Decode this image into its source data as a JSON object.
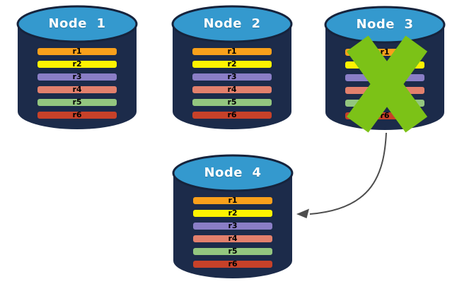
{
  "diagram": {
    "description": "Four database node cylinders each storing replicated rows r1-r6; Node 3 is crossed out as failed and an arrow points from Node 3 to replacement Node 4",
    "nodes": [
      {
        "id": "node-1",
        "label": "Node  1"
      },
      {
        "id": "node-2",
        "label": "Node  2"
      },
      {
        "id": "node-3",
        "label": "Node  3",
        "failed": true
      },
      {
        "id": "node-4",
        "label": "Node  4"
      }
    ],
    "rows": [
      {
        "label": "r1",
        "color": "#F9A01B"
      },
      {
        "label": "r2",
        "color": "#FEF200"
      },
      {
        "label": "r3",
        "color": "#8A7EC6"
      },
      {
        "label": "r4",
        "color": "#E2806C"
      },
      {
        "label": "r5",
        "color": "#93C67F"
      },
      {
        "label": "r6",
        "color": "#C74129"
      }
    ],
    "arrow": {
      "from": "node-3",
      "to": "node-4"
    },
    "colors": {
      "cylinder_body": "#1C2B4A",
      "cylinder_top": "#3499CE",
      "cylinder_stroke": "#16233C",
      "row_border": "#1C2B4A",
      "node_label_text": "#FFFFFF",
      "row_text": "#000000",
      "failure_x": "#7CC217",
      "arrow": "#4D4D4D"
    }
  }
}
